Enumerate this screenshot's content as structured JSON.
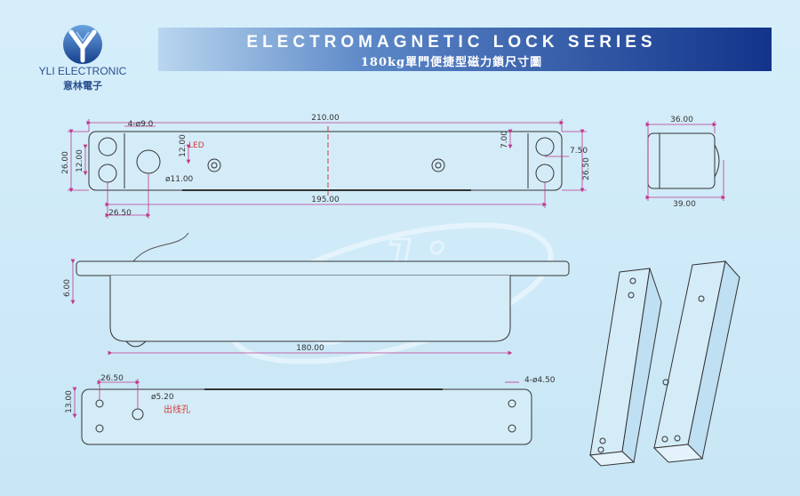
{
  "brand": {
    "name": "YLI ELECTRONIC",
    "chinese": "意林電子",
    "logo_color": "#1a4f9c"
  },
  "header": {
    "title": "ELECTROMAGNETIC LOCK SERIES",
    "subtitle": "180kg單門便捷型磁力鎖尺寸圖",
    "band_color": "#1c3f94"
  },
  "watermark": "yli",
  "top_view": {
    "overall_length": "210.00",
    "hole_spacing": "195.00",
    "hole_note": "4-ø9.0",
    "height": "26.00",
    "hole_pitch": "12.00",
    "led_offset": "12.00",
    "led_label": "LED",
    "led_diameter": "ø11.00",
    "left_offset": "26.50",
    "right_offset_top": "7.00",
    "right_hole": "7.50",
    "right_height": "26.50"
  },
  "side_view": {
    "width_top": "36.00",
    "width_bottom": "39.00"
  },
  "front_view": {
    "depth": "6.00",
    "length": "180.00"
  },
  "bottom_view": {
    "offset": "26.50",
    "height": "13.00",
    "wire_hole": "ø5.20",
    "wire_label": "出线孔",
    "hole_note": "4-ø4.50"
  }
}
